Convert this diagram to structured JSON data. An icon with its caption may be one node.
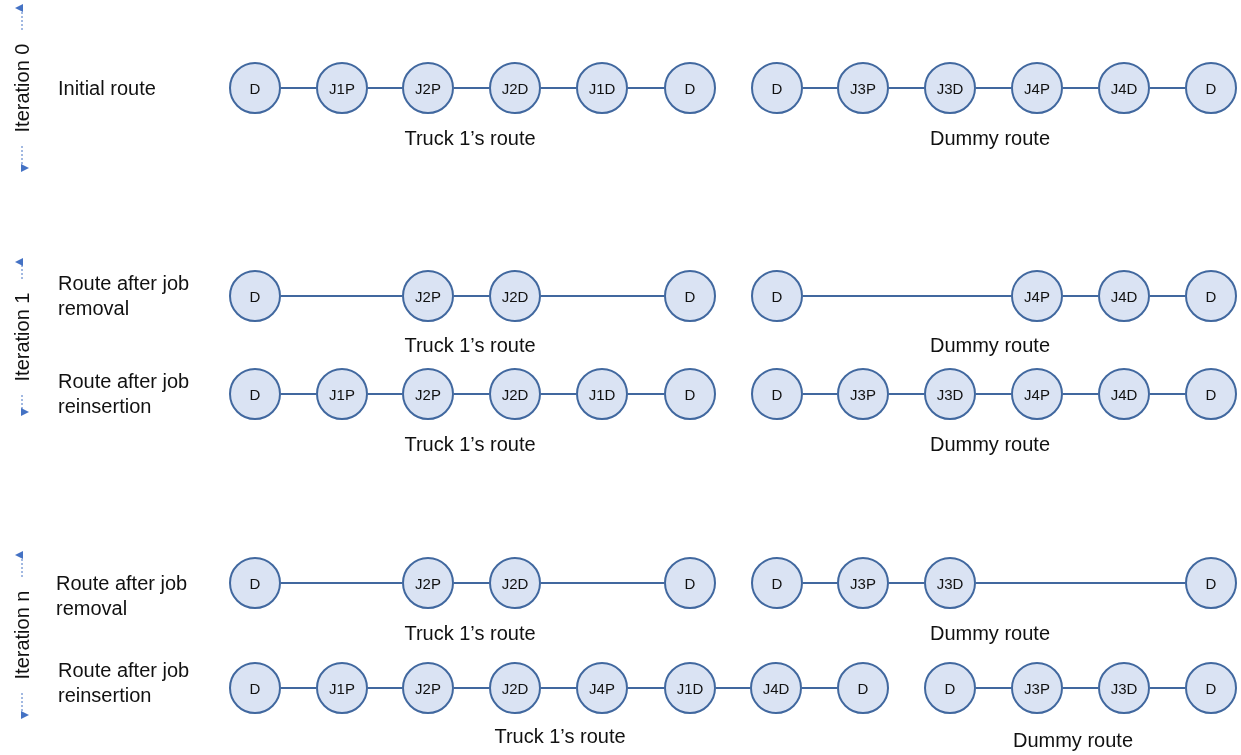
{
  "diagram": {
    "nodes": [
      {
        "text": [
          "D"
        ]
      },
      {
        "text": [
          "J1P"
        ]
      },
      {
        "text": [
          "J2P"
        ]
      },
      {
        "text": [
          "J2D"
        ]
      },
      {
        "text": [
          "J1D"
        ]
      },
      {
        "text": [
          "D"
        ]
      },
      {
        "text": [
          "D"
        ]
      },
      {
        "text": [
          "J3P"
        ]
      },
      {
        "text": [
          "J3D"
        ]
      },
      {
        "text": [
          "J4P"
        ]
      },
      {
        "text": [
          "J4D"
        ]
      },
      {
        "text": [
          "D"
        ]
      },
      {
        "text": [
          "D"
        ]
      },
      {
        "text": [
          "J2P"
        ]
      },
      {
        "text": [
          "J2D"
        ]
      },
      {
        "text": [
          "D"
        ]
      },
      {
        "text": [
          "D"
        ]
      },
      {
        "text": [
          "J4P"
        ]
      },
      {
        "text": [
          "J4D"
        ]
      },
      {
        "text": [
          "D"
        ]
      },
      {
        "text": [
          "D"
        ]
      },
      {
        "text": [
          "J1P"
        ]
      },
      {
        "text": [
          "J2P"
        ]
      },
      {
        "text": [
          "J2D"
        ]
      },
      {
        "text": [
          "J1D"
        ]
      },
      {
        "text": [
          "D"
        ]
      },
      {
        "text": [
          "D"
        ]
      },
      {
        "text": [
          "J3P"
        ]
      },
      {
        "text": [
          "J3D"
        ]
      },
      {
        "text": [
          "J4P"
        ]
      },
      {
        "text": [
          "J4D"
        ]
      },
      {
        "text": [
          "D"
        ]
      },
      {
        "text": [
          "D"
        ]
      },
      {
        "text": [
          "J2P"
        ]
      },
      {
        "text": [
          "J2D"
        ]
      },
      {
        "text": [
          "D"
        ]
      },
      {
        "text": [
          "D"
        ]
      },
      {
        "text": [
          "J3P"
        ]
      },
      {
        "text": [
          "J3D"
        ]
      },
      {
        "text": [
          "D"
        ]
      },
      {
        "text": [
          "D"
        ]
      },
      {
        "text": [
          "J1P"
        ]
      },
      {
        "text": [
          "J2P"
        ]
      },
      {
        "text": [
          "J2D"
        ]
      },
      {
        "text": [
          "J4P"
        ]
      },
      {
        "text": [
          "J1D"
        ]
      },
      {
        "text": [
          "J4D"
        ]
      },
      {
        "text": [
          "D"
        ]
      },
      {
        "text": [
          "D"
        ]
      },
      {
        "text": [
          "J3P"
        ]
      },
      {
        "text": [
          "J3D"
        ]
      },
      {
        "text": [
          "D"
        ]
      }
    ],
    "edges": [
      {
        "from": 0,
        "to": 1,
        "arrow": "none"
      },
      {
        "from": 1,
        "to": 2,
        "arrow": "none"
      },
      {
        "from": 2,
        "to": 3,
        "arrow": "none"
      },
      {
        "from": 3,
        "to": 4,
        "arrow": "none"
      },
      {
        "from": 4,
        "to": 5,
        "arrow": "none"
      },
      {
        "from": 6,
        "to": 7,
        "arrow": "none"
      },
      {
        "from": 7,
        "to": 8,
        "arrow": "none"
      },
      {
        "from": 8,
        "to": 9,
        "arrow": "none"
      },
      {
        "from": 9,
        "to": 10,
        "arrow": "none"
      },
      {
        "from": 10,
        "to": 11,
        "arrow": "none"
      },
      {
        "from": 12,
        "to": 13,
        "arrow": "none"
      },
      {
        "from": 13,
        "to": 14,
        "arrow": "none"
      },
      {
        "from": 14,
        "to": 15,
        "arrow": "none"
      },
      {
        "from": 16,
        "to": 17,
        "arrow": "none"
      },
      {
        "from": 17,
        "to": 18,
        "arrow": "none"
      },
      {
        "from": 18,
        "to": 19,
        "arrow": "none"
      },
      {
        "from": 20,
        "to": 21,
        "arrow": "none"
      },
      {
        "from": 21,
        "to": 22,
        "arrow": "none"
      },
      {
        "from": 22,
        "to": 23,
        "arrow": "none"
      },
      {
        "from": 23,
        "to": 24,
        "arrow": "none"
      },
      {
        "from": 24,
        "to": 25,
        "arrow": "none"
      },
      {
        "from": 26,
        "to": 27,
        "arrow": "none"
      },
      {
        "from": 27,
        "to": 28,
        "arrow": "none"
      },
      {
        "from": 28,
        "to": 29,
        "arrow": "none"
      },
      {
        "from": 29,
        "to": 30,
        "arrow": "none"
      },
      {
        "from": 30,
        "to": 31,
        "arrow": "none"
      },
      {
        "from": 32,
        "to": 33,
        "arrow": "none"
      },
      {
        "from": 33,
        "to": 34,
        "arrow": "none"
      },
      {
        "from": 34,
        "to": 35,
        "arrow": "none"
      },
      {
        "from": 36,
        "to": 37,
        "arrow": "none"
      },
      {
        "from": 37,
        "to": 38,
        "arrow": "none"
      },
      {
        "from": 38,
        "to": 39,
        "arrow": "none"
      },
      {
        "from": 40,
        "to": 41,
        "arrow": "none"
      },
      {
        "from": 41,
        "to": 42,
        "arrow": "none"
      },
      {
        "from": 42,
        "to": 43,
        "arrow": "none"
      },
      {
        "from": 43,
        "to": 44,
        "arrow": "none"
      },
      {
        "from": 44,
        "to": 45,
        "arrow": "none"
      },
      {
        "from": 45,
        "to": 46,
        "arrow": "none"
      },
      {
        "from": 46,
        "to": 47,
        "arrow": "none"
      },
      {
        "from": 48,
        "to": 49,
        "arrow": "none"
      },
      {
        "from": 49,
        "to": 50,
        "arrow": "none"
      },
      {
        "from": 50,
        "to": 51,
        "arrow": "none"
      }
    ],
    "labels": [
      "Iteration 0",
      "Initial route",
      "Truck 1’s route",
      "Dummy route",
      "Iteration 1",
      "Route after job removal",
      "Truck 1’s route",
      "Dummy route",
      "Route after job reinsertion",
      "Truck 1’s route",
      "Dummy route",
      "Iteration n",
      "Route after job removal",
      "Truck 1’s route",
      "Dummy route",
      "Route after job reinsertion",
      "Truck 1’s route",
      "Dummy route"
    ]
  }
}
